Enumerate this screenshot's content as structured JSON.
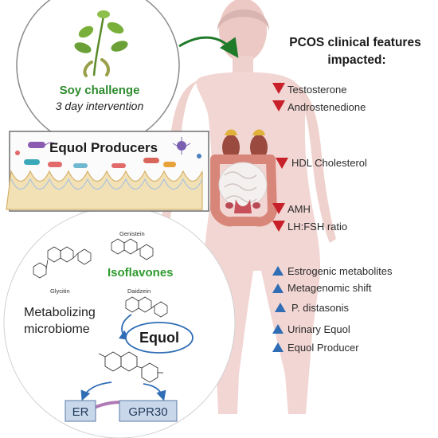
{
  "features": {
    "title_line1": "PCOS clinical features",
    "title_line2": "impacted:",
    "decreased": [
      "Testosterone",
      "Androstenedione",
      "HDL Cholesterol",
      "AMH",
      "LH:FSH ratio"
    ],
    "increased": [
      "Estrogenic metabolites",
      "Metagenomic shift",
      "P. distasonis",
      "Urinary Equol",
      "Equol Producer"
    ],
    "decrease_color": "#c8202a",
    "increase_color": "#2f6db5"
  },
  "soy": {
    "title": "Soy challenge",
    "subtitle": "3 day intervention"
  },
  "gut_panel": {
    "title": "Equol Producers"
  },
  "metabolism": {
    "genistein": "Genistein",
    "glycitin": "Glycitin",
    "daidzein": "Daidzein",
    "isoflavones": "Isoflavones",
    "metabolizing_line1": "Metabolizing",
    "metabolizing_line2": "microbiome",
    "equol": "Equol",
    "receptor_er": "ER",
    "receptor_gpr30": "GPR30"
  },
  "colors": {
    "soy_green": "#2e8b2e",
    "body_pink": "#f2d6d3",
    "arrow_blue": "#2f6db5",
    "receptor_fill": "#c9d7ea"
  }
}
